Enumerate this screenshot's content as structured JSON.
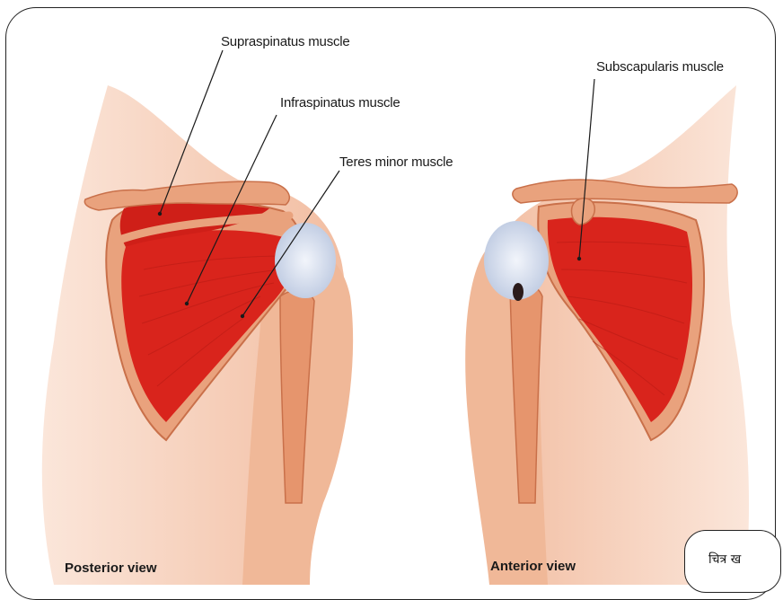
{
  "labels": {
    "supraspinatus": "Supraspinatus muscle",
    "infraspinatus": "Infraspinatus muscle",
    "teres_minor": "Teres minor muscle",
    "subscapularis": "Subscapularis muscle"
  },
  "views": {
    "posterior": "Posterior view",
    "anterior": "Anterior view"
  },
  "figure_tag": "चित्र ख",
  "colors": {
    "muscle": "#d9241c",
    "muscle_dark": "#b51a14",
    "bone": "#e9a27d",
    "bone_edge": "#c9704a",
    "skin": "#f4c7ad",
    "tendon": "#cfd8ea"
  }
}
